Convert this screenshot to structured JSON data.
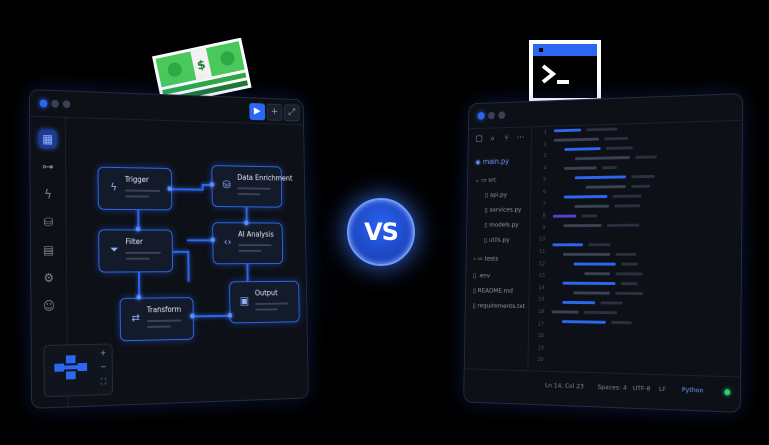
{
  "colors": {
    "accent": "#2c67f2",
    "background": "#000000",
    "panel": "#0d1016",
    "status_ok": "#2bd06b"
  },
  "badge": {
    "label": "VS"
  },
  "workflow": {
    "toolbar": {
      "play_icon": "play-icon",
      "add_label": "+",
      "more_label": "⁝⁝"
    },
    "sidebar_icons": [
      "grid-icon",
      "hierarchy-icon",
      "bolt-icon",
      "database-icon",
      "chart-icon",
      "gear-icon",
      "user-icon"
    ],
    "nodes": [
      {
        "title": "Trigger",
        "icon": "bolt-icon"
      },
      {
        "title": "Data Enrichment",
        "icon": "database-icon"
      },
      {
        "title": "Filter",
        "icon": "filter-icon"
      },
      {
        "title": "AI Analysis",
        "icon": "code-icon"
      },
      {
        "title": "Transform",
        "icon": "transform-icon"
      },
      {
        "title": "Output",
        "icon": "box-icon"
      }
    ],
    "minimap": {
      "zoom_in": "+",
      "zoom_out": "−",
      "fit": "⛶"
    }
  },
  "editor": {
    "explorer_icons": [
      "file-icon",
      "search-icon",
      "branch-icon",
      "more-icon"
    ],
    "files": {
      "main": "main.py",
      "src_folder": "src",
      "src_files": [
        "api.py",
        "services.py",
        "models.py",
        "utils.py"
      ],
      "tests_folder": "tests",
      "root_files": [
        ".env",
        "README.md",
        "requirements.txt"
      ]
    },
    "line_numbers": [
      "1",
      "2",
      "3",
      "4",
      "5",
      "6",
      "7",
      "8",
      "9",
      "10",
      "11",
      "12",
      "13",
      "14",
      "15",
      "16",
      "17",
      "18",
      "19",
      "20"
    ],
    "status": {
      "position": "Ln 14, Col 23",
      "spaces": "Spaces: 4",
      "encoding": "UTF-8",
      "eol": "LF",
      "language": "Python"
    }
  }
}
